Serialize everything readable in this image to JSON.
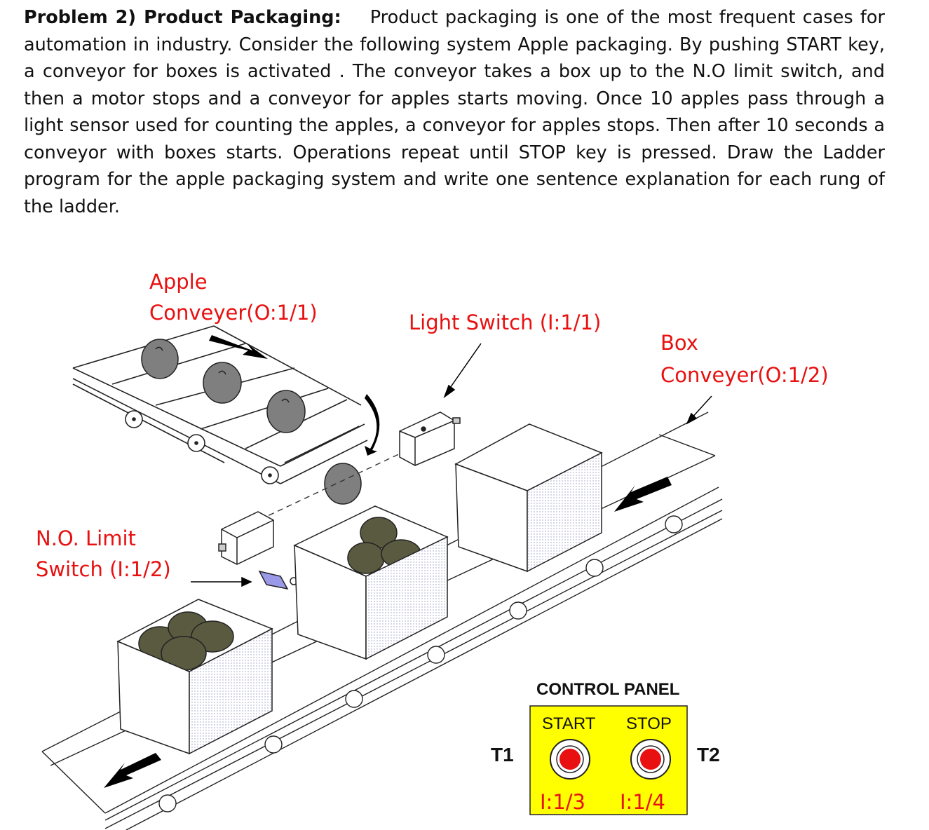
{
  "problem": {
    "heading": "Problem 2) Product Packaging:",
    "body": "Product packaging is one of the most frequent cases for automation in industry. Consider the following system Apple packaging. By pushing START key, a conveyor for boxes is activated . The conveyor takes a box up to the N.O limit switch, and then a motor stops and a conveyor for apples starts moving. Once 10 apples pass through a light sensor used for counting the apples, a conveyor for apples stops. Then after 10 seconds a conveyor with boxes starts. Operations repeat until STOP key is pressed. Draw the Ladder program for the apple packaging system and write one sentence explanation for each rung of the ladder."
  },
  "labels": {
    "apple_conveyor_line1": "Apple",
    "apple_conveyor_line2": "Conveyer(O:1/1)",
    "light_switch": "Light Switch (I:1/1)",
    "box_conveyor_line1": "Box",
    "box_conveyor_line2": "Conveyer(O:1/2)",
    "limit_switch_line1": "N.O. Limit",
    "limit_switch_line2": "Switch (I:1/2)"
  },
  "control_panel": {
    "title": "CONTROL  PANEL",
    "start_label": "START",
    "stop_label": "STOP",
    "start_address": "I:1/3",
    "stop_address": "I:1/4",
    "terminal_left": "T1",
    "terminal_right": "T2",
    "panel_color": "#ffff00",
    "button_color": "#e81010"
  },
  "colors": {
    "label_red": "#e81010",
    "apple_gray": "#808080",
    "apple_olive": "#5a5a40"
  }
}
